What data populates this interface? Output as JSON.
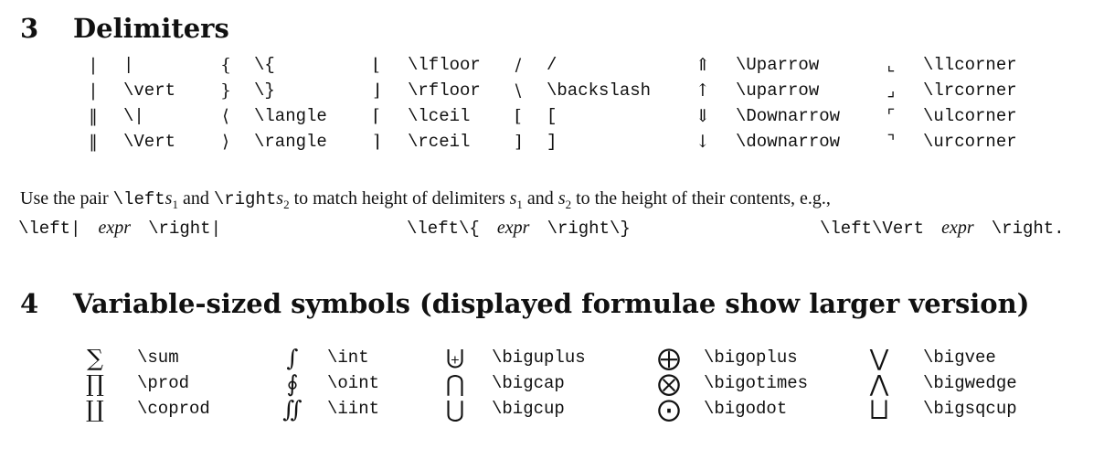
{
  "section3": {
    "number": "3",
    "title": "Delimiters"
  },
  "delimiters": [
    [
      {
        "sym": "|",
        "cmd": "|"
      },
      {
        "sym": "|",
        "cmd": "\\vert"
      },
      {
        "sym": "‖",
        "cmd": "\\|"
      },
      {
        "sym": "‖",
        "cmd": "\\Vert"
      }
    ],
    [
      {
        "sym": "{",
        "cmd": "\\{"
      },
      {
        "sym": "}",
        "cmd": "\\}"
      },
      {
        "sym": "⟨",
        "cmd": "\\langle"
      },
      {
        "sym": "⟩",
        "cmd": "\\rangle"
      }
    ],
    [
      {
        "sym": "⌊",
        "cmd": "\\lfloor"
      },
      {
        "sym": "⌋",
        "cmd": "\\rfloor"
      },
      {
        "sym": "⌈",
        "cmd": "\\lceil"
      },
      {
        "sym": "⌉",
        "cmd": "\\rceil"
      }
    ],
    [
      {
        "sym": "/",
        "cmd": "/"
      },
      {
        "sym": "\\",
        "cmd": "\\backslash"
      },
      {
        "sym": "[",
        "cmd": "["
      },
      {
        "sym": "]",
        "cmd": "]"
      }
    ],
    [
      {
        "sym": "⇑",
        "cmd": "\\Uparrow"
      },
      {
        "sym": "↑",
        "cmd": "\\uparrow"
      },
      {
        "sym": "⇓",
        "cmd": "\\Downarrow"
      },
      {
        "sym": "↓",
        "cmd": "\\downarrow"
      }
    ],
    [
      {
        "sym": "⌞",
        "cmd": "\\llcorner"
      },
      {
        "sym": "⌟",
        "cmd": "\\lrcorner"
      },
      {
        "sym": "⌜",
        "cmd": "\\ulcorner"
      },
      {
        "sym": "⌝",
        "cmd": "\\urcorner"
      }
    ]
  ],
  "usage": {
    "p1": "Use the pair ",
    "left_cmd": "\\left",
    "s1": "s",
    "s1_sub": "1",
    "p2": " and ",
    "right_cmd": "\\right",
    "s2": "s",
    "s2_sub": "2",
    "p3": " to match height of delimiters ",
    "d1": "s",
    "d1_sub": "1",
    "p4": " and ",
    "d2": "s",
    "d2_sub": "2",
    "p5": " to the height of their contents, e.g.,",
    "examples": [
      {
        "left": "\\left|",
        "expr": "expr",
        "right": "\\right|"
      },
      {
        "left": "\\left\\{",
        "expr": "expr",
        "right": "\\right\\}"
      },
      {
        "left": "\\left\\Vert",
        "expr": "expr",
        "right": "\\right."
      }
    ]
  },
  "section4": {
    "number": "4",
    "title": "Variable-sized symbols (displayed formulae show larger version)"
  },
  "variable_symbols": [
    [
      {
        "sym": "∑",
        "cmd": "\\sum"
      },
      {
        "sym": "∏",
        "cmd": "\\prod"
      },
      {
        "sym": "∐",
        "cmd": "\\coprod"
      }
    ],
    [
      {
        "sym": "∫",
        "cmd": "\\int"
      },
      {
        "sym": "∮",
        "cmd": "\\oint"
      },
      {
        "sym": "∬",
        "cmd": "\\iint"
      }
    ],
    [
      {
        "sym": "⨄",
        "cmd": "\\biguplus"
      },
      {
        "sym": "⋂",
        "cmd": "\\bigcap"
      },
      {
        "sym": "⋃",
        "cmd": "\\bigcup"
      }
    ],
    [
      {
        "sym": "⨁",
        "cmd": "\\bigoplus"
      },
      {
        "sym": "⨂",
        "cmd": "\\bigotimes"
      },
      {
        "sym": "⨀",
        "cmd": "\\bigodot"
      }
    ],
    [
      {
        "sym": "⋁",
        "cmd": "\\bigvee"
      },
      {
        "sym": "⋀",
        "cmd": "\\bigwedge"
      },
      {
        "sym": "⨆",
        "cmd": "\\bigsqcup"
      }
    ]
  ]
}
